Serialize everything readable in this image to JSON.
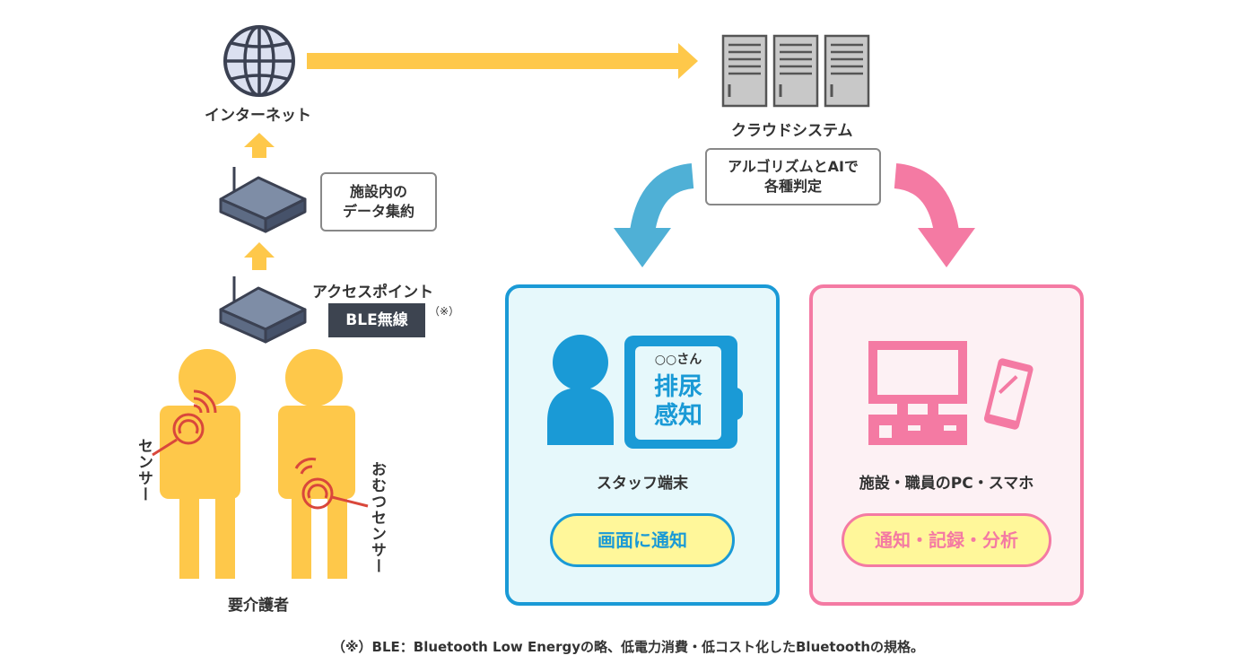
{
  "labels": {
    "internet": "インターネット",
    "cloud_system": "クラウドシステム",
    "algorithm_box": [
      "アルゴリズムとAIで",
      "各種判定"
    ],
    "facility_box": [
      "施設内の",
      "データ集約"
    ],
    "access_point": "アクセスポイント",
    "ble_badge": "BLE無線",
    "ble_note_mark": "（※）",
    "sensor": "センサー",
    "diaper_sensor": "おむつセンサー",
    "care_receiver": "要介護者",
    "staff_terminal": "スタッフ端末",
    "device_screen_name": "○○さん",
    "device_screen_message": [
      "排尿",
      "感知"
    ],
    "notify_screen": "画面に通知",
    "facility_pc": "施設・職員のPC・スマホ",
    "notify_record_analyze": "通知・記録・分析",
    "footnote": "（※）BLE：Bluetooth Low Energyの略、低電力消費・低コスト化したBluetoothの規格。"
  },
  "colors": {
    "arrow_yellow": "#fec84a",
    "person_yellow": "#fec84a",
    "sensor_red": "#d9473b",
    "blue_accent": "#1a9ad6",
    "blue_arrow": "#4fb0d6",
    "blue_panel_bg": "#e6f8fb",
    "pink_accent": "#f47aa3",
    "pink_panel_bg": "#fdf1f4",
    "pill_yellow": "#fff79a",
    "badge_dark": "#3d4450",
    "server_gray": "#c8c8c8"
  },
  "icons": [
    "globe-icon",
    "server-rack-icon",
    "router-icon",
    "access-point-icon",
    "person-icon",
    "tablet-icon",
    "desktop-pc-icon",
    "smartphone-icon",
    "wireless-signal-icon"
  ]
}
